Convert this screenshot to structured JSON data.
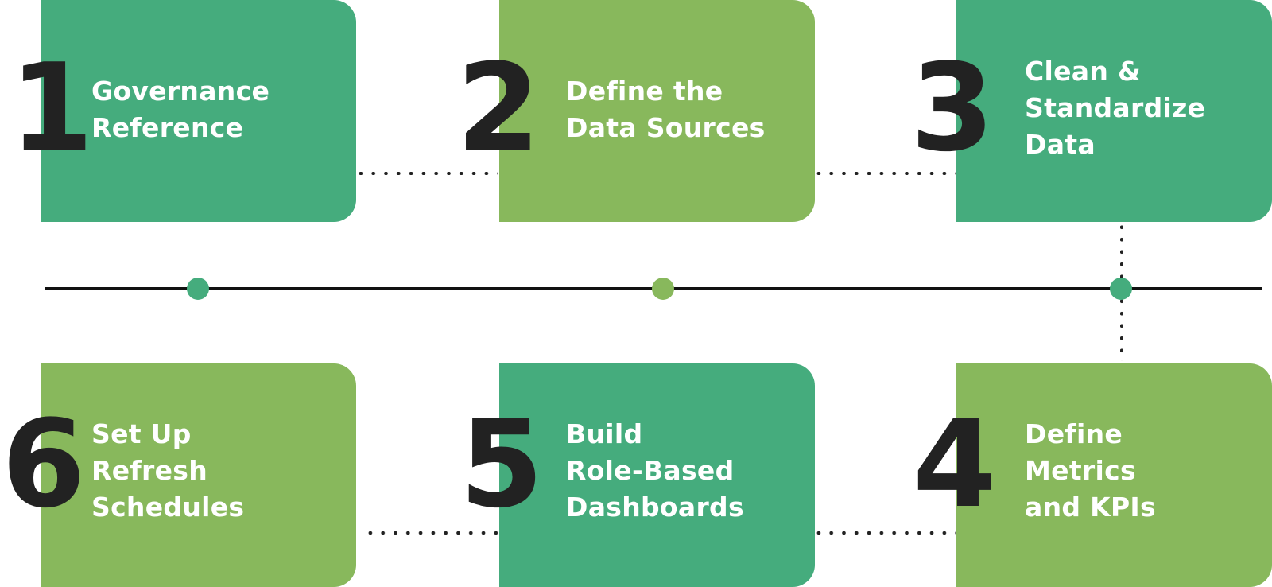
{
  "colors": {
    "teal": "#45AC7D",
    "green": "#88B85C",
    "number": "#222222",
    "line": "#111111",
    "label": "#FFFFFF"
  },
  "steps": [
    {
      "number": "1",
      "label": "Governance\nReference",
      "color": "#45AC7D"
    },
    {
      "number": "2",
      "label": "Define the\nData Sources",
      "color": "#88B85C"
    },
    {
      "number": "3",
      "label": "Clean &\nStandardize\nData",
      "color": "#45AC7D"
    },
    {
      "number": "4",
      "label": "Define\nMetrics\nand KPIs",
      "color": "#88B85C"
    },
    {
      "number": "5",
      "label": "Build\nRole-Based\nDashboards",
      "color": "#45AC7D"
    },
    {
      "number": "6",
      "label": "Set Up\nRefresh\nSchedules",
      "color": "#88B85C"
    }
  ],
  "timeline_dots": [
    {
      "color": "#45AC7D"
    },
    {
      "color": "#88B85C"
    },
    {
      "color": "#45AC7D"
    }
  ]
}
